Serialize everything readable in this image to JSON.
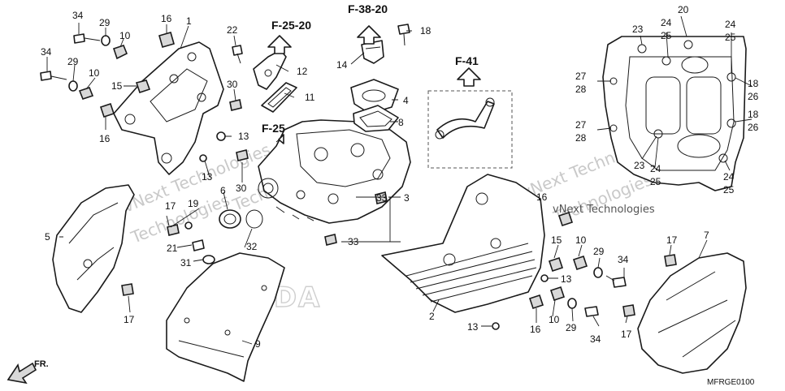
{
  "references": {
    "f2520": "F-25-20",
    "f3820": "F-38-20",
    "f41": "F-41",
    "f25": "F-25"
  },
  "callouts": {
    "c34a": "34",
    "c29a": "29",
    "c10a": "10",
    "c16a": "16",
    "c1": "1",
    "c34b": "34",
    "c29b": "29",
    "c10b": "10",
    "c15a": "15",
    "c16b": "16",
    "c22": "22",
    "c12": "12",
    "c30a": "30",
    "c11": "11",
    "c13a": "13",
    "c30b": "30",
    "c13b": "13",
    "c6": "6",
    "c19": "19",
    "c17a": "17",
    "c5": "5",
    "c21": "21",
    "c31": "31",
    "c32": "32",
    "c17b": "17",
    "c14": "14",
    "c18a": "18",
    "c4": "4",
    "c8": "8",
    "c3": "3",
    "c33a": "33",
    "c33b": "33",
    "c9": "9",
    "c2": "2",
    "c16c": "16",
    "c15b": "15",
    "c10c": "10",
    "c13c": "13",
    "c13d": "13",
    "c16d": "16",
    "c10d": "10",
    "c29c": "29",
    "c34c": "34",
    "c29d": "29",
    "c34d": "34",
    "c20": "20",
    "c23a": "23",
    "c24a": "24",
    "c25a": "25",
    "c24b": "24",
    "c25b": "25",
    "c27a": "27",
    "c28a": "28",
    "c18b": "18",
    "c26a": "26",
    "c18c": "18",
    "c26b": "26",
    "c27b": "27",
    "c28b": "28",
    "c23b": "23",
    "c24c": "24",
    "c25c": "25",
    "c24d": "24",
    "c25d": "25",
    "c17c": "17",
    "c7": "7",
    "c17d": "17"
  },
  "watermarks": {
    "w1": "vNext Technologies",
    "w2": "vNext Technologies",
    "w3": "vNext Technologies",
    "w4": "Technologies",
    "w5": "Technologies",
    "w6": "Technologies"
  },
  "logo": "HONDA",
  "front_label": "FR.",
  "diagram_code": "MFRGE0100",
  "colors": {
    "line": "#1a1a1a",
    "watermark": "#c9c9c9",
    "background": "#ffffff"
  }
}
